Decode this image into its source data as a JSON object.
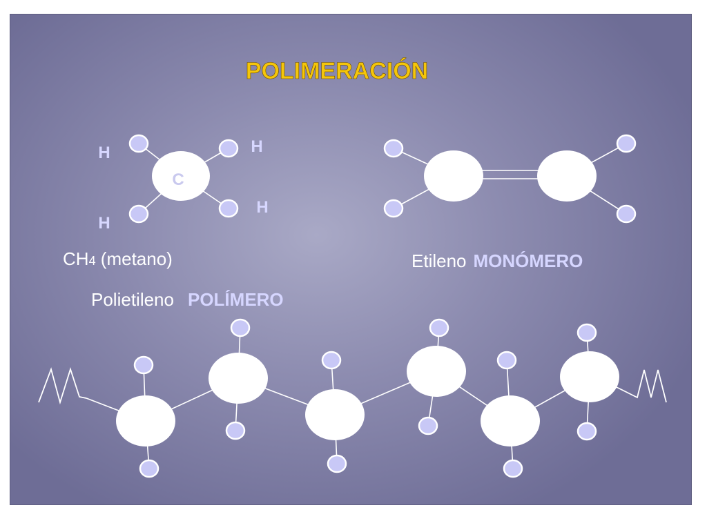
{
  "title": "POLIMERACIÓN",
  "methane": {
    "carbon": "C",
    "h_top_left": "H",
    "h_top_right": "H",
    "h_bottom_left": "H",
    "h_bottom_right": "H",
    "caption_formula": "CH",
    "caption_subscript": "4",
    "caption_name": " (metano)"
  },
  "ethylene": {
    "caption": "Etileno",
    "label": "MONÓMERO"
  },
  "polyethylene": {
    "caption": "Polietileno",
    "label": "POLÍMERO"
  },
  "colors": {
    "title": "#f5c60a",
    "background": "#8d8cb0",
    "atom_carbon": "#ffffff",
    "atom_hydrogen": "#c8c8f6",
    "accent_text": "#d6d6ff"
  }
}
